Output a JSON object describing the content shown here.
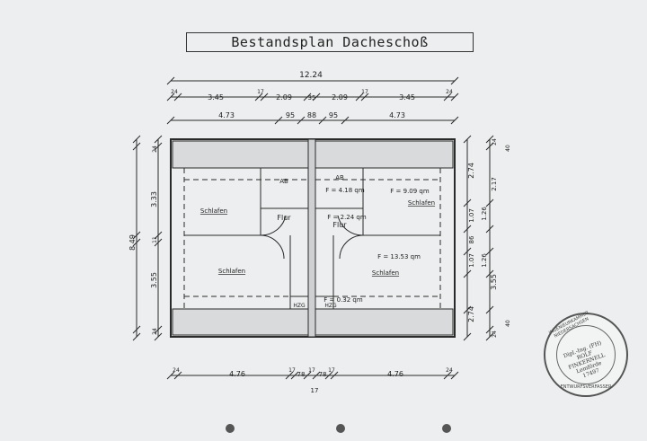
{
  "title": "Bestandsplan Dacheschoß",
  "dimensions": {
    "overall_width": "12.24",
    "top_row1": [
      "3.45",
      "2.09",
      "35",
      "2.09",
      "3.45"
    ],
    "top_row1_small": [
      "24",
      "17",
      "17",
      "24"
    ],
    "top_row2": [
      "4.73",
      "95",
      "88",
      "95",
      "4.73"
    ],
    "bottom_row": [
      "4.76",
      "78",
      "78",
      "4.76"
    ],
    "bottom_small": [
      "24",
      "17",
      "17",
      "17",
      "24"
    ],
    "bottom_center": "17",
    "left_overall": "8.49",
    "left_parts": [
      "3.33",
      "3.55"
    ],
    "left_small": [
      "24",
      "11",
      "24"
    ],
    "right_outer": [
      "2.74",
      "2.17",
      "1.26",
      "1.07",
      "86",
      "1.07",
      "1.26",
      "3.55",
      "2.74"
    ],
    "right_small": [
      "40",
      "24",
      "40",
      "24"
    ]
  },
  "rooms": {
    "ab_left": "AB",
    "ab_right": "AB",
    "flur_left": "Flur",
    "flur_right": "Flur",
    "schlafen_tl": "Schlafen",
    "schlafen_bl": "Schlafen",
    "schlafen_tr": "Schlafen",
    "schlafen_br": "Schlafen",
    "area_ab": "F = 4.18 qm",
    "area_flur": "F = 2.24 qm",
    "area_tr": "F = 9.09 qm",
    "area_br": "F = 13.53 qm",
    "area_hzg": "F = 0.32 qm",
    "hzg_left": "HZG",
    "hzg_right": "HZG"
  },
  "stamp": {
    "ring_top": "INGENIEURKAMMER NIEDERSACHSEN",
    "name_line1": "Dipl.-Ing. (FH)",
    "name_line2": "ROLF FINKERNELL",
    "name_line3": "Lemförde",
    "name_line4": "17497",
    "ring_bottom": "ENTWURFSVERFASSER"
  },
  "colors": {
    "paper": "#eceeef",
    "ink": "#2a2a2a"
  }
}
